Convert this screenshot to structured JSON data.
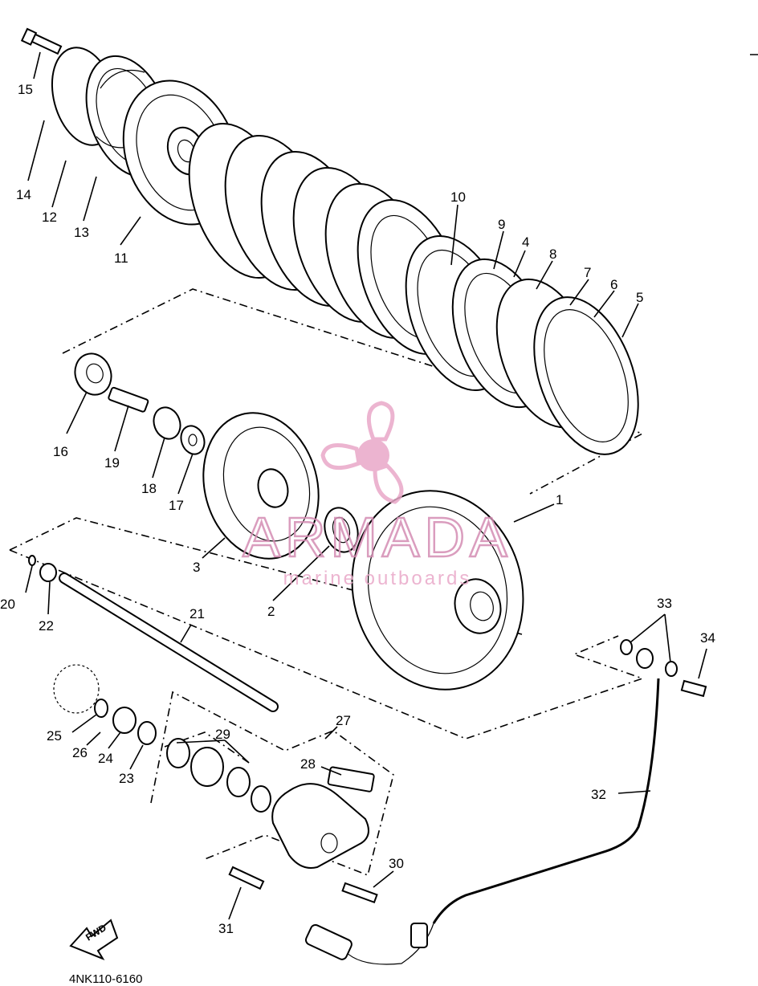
{
  "diagram_code": "4NK110-6160",
  "direction_label": "FWD",
  "watermark": {
    "brand": "ARMADA",
    "tagline": "marine outboards",
    "color": "#e9a8c8"
  },
  "callouts": [
    {
      "id": "1",
      "label": "1"
    },
    {
      "id": "2",
      "label": "2"
    },
    {
      "id": "3",
      "label": "3"
    },
    {
      "id": "4",
      "label": "4"
    },
    {
      "id": "5",
      "label": "5"
    },
    {
      "id": "6",
      "label": "6"
    },
    {
      "id": "7",
      "label": "7"
    },
    {
      "id": "8",
      "label": "8"
    },
    {
      "id": "9",
      "label": "9"
    },
    {
      "id": "10",
      "label": "10"
    },
    {
      "id": "11",
      "label": "11"
    },
    {
      "id": "12",
      "label": "12"
    },
    {
      "id": "13",
      "label": "13"
    },
    {
      "id": "14",
      "label": "14"
    },
    {
      "id": "15",
      "label": "15"
    },
    {
      "id": "16",
      "label": "16"
    },
    {
      "id": "17",
      "label": "17"
    },
    {
      "id": "18",
      "label": "18"
    },
    {
      "id": "19",
      "label": "19"
    },
    {
      "id": "20",
      "label": "20"
    },
    {
      "id": "21",
      "label": "21"
    },
    {
      "id": "22",
      "label": "22"
    },
    {
      "id": "23",
      "label": "23"
    },
    {
      "id": "24",
      "label": "24"
    },
    {
      "id": "25",
      "label": "25"
    },
    {
      "id": "26",
      "label": "26"
    },
    {
      "id": "27",
      "label": "27"
    },
    {
      "id": "28",
      "label": "28"
    },
    {
      "id": "29",
      "label": "29"
    },
    {
      "id": "30",
      "label": "30"
    },
    {
      "id": "31",
      "label": "31"
    },
    {
      "id": "32",
      "label": "32"
    },
    {
      "id": "33",
      "label": "33"
    },
    {
      "id": "34",
      "label": "34"
    }
  ]
}
